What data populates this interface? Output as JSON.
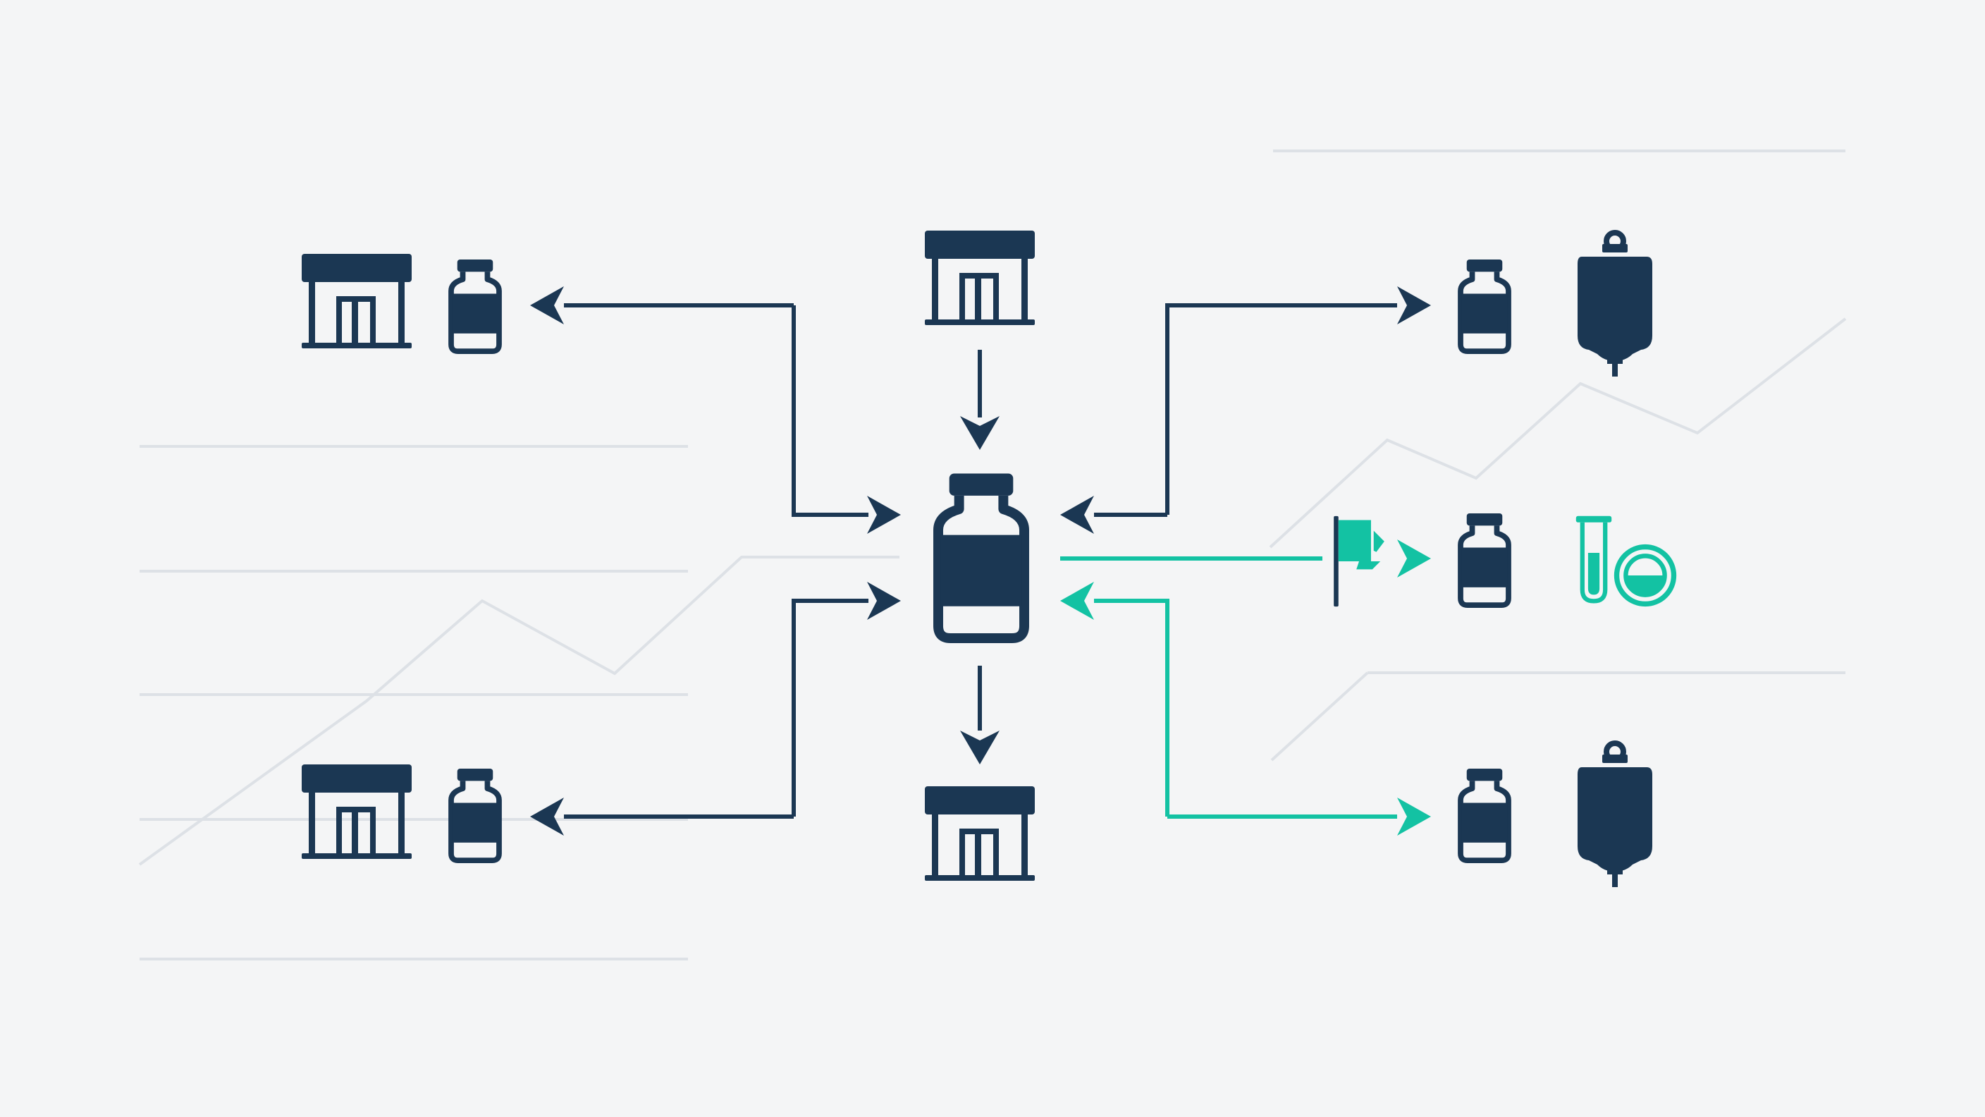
{
  "colors": {
    "background": "#f4f5f6",
    "primary": "#1b3753",
    "accent": "#13c2a3",
    "guide_line": "#dde1e6",
    "fill_light": "#ffffff"
  },
  "nodes": [
    {
      "id": "store-top-left",
      "icon": "store-icon"
    },
    {
      "id": "vial-top-left",
      "icon": "vial-icon"
    },
    {
      "id": "store-bottom-left",
      "icon": "store-icon"
    },
    {
      "id": "vial-bottom-left",
      "icon": "vial-icon"
    },
    {
      "id": "store-top-center",
      "icon": "store-icon"
    },
    {
      "id": "vial-center-hub",
      "icon": "vial-icon"
    },
    {
      "id": "store-bottom-center",
      "icon": "store-icon"
    },
    {
      "id": "vial-top-right",
      "icon": "vial-icon"
    },
    {
      "id": "iv-bag-top-right",
      "icon": "iv-bag-icon"
    },
    {
      "id": "flag-middle-right",
      "icon": "flag-icon"
    },
    {
      "id": "vial-middle-right",
      "icon": "vial-icon"
    },
    {
      "id": "test-tube-middle-right",
      "icon": "test-tube-icon"
    },
    {
      "id": "flask-middle-right",
      "icon": "round-flask-icon"
    },
    {
      "id": "vial-bottom-right",
      "icon": "vial-icon"
    },
    {
      "id": "iv-bag-bottom-right",
      "icon": "iv-bag-icon"
    }
  ],
  "connections": [
    {
      "from": "vial-center-hub",
      "to": "vial-top-left",
      "style": "primary",
      "direction": "outbound"
    },
    {
      "from": "vial-top-left",
      "to": "vial-center-hub",
      "style": "primary",
      "direction": "inbound"
    },
    {
      "from": "vial-bottom-left",
      "to": "vial-center-hub",
      "style": "primary",
      "direction": "inbound"
    },
    {
      "from": "vial-center-hub",
      "to": "vial-bottom-left",
      "style": "primary",
      "direction": "outbound"
    },
    {
      "from": "store-top-center",
      "to": "vial-center-hub",
      "style": "primary",
      "direction": "inbound"
    },
    {
      "from": "vial-center-hub",
      "to": "store-bottom-center",
      "style": "primary",
      "direction": "outbound"
    },
    {
      "from": "vial-center-hub",
      "to": "vial-top-right",
      "style": "primary",
      "direction": "outbound"
    },
    {
      "from": "vial-top-right",
      "to": "vial-center-hub",
      "style": "primary",
      "direction": "inbound"
    },
    {
      "from": "vial-center-hub",
      "to": "vial-middle-right",
      "style": "accent",
      "direction": "outbound"
    },
    {
      "from": "vial-bottom-right",
      "to": "vial-center-hub",
      "style": "accent",
      "direction": "inbound"
    },
    {
      "from": "vial-center-hub",
      "to": "vial-bottom-right",
      "style": "accent",
      "direction": "outbound"
    }
  ]
}
